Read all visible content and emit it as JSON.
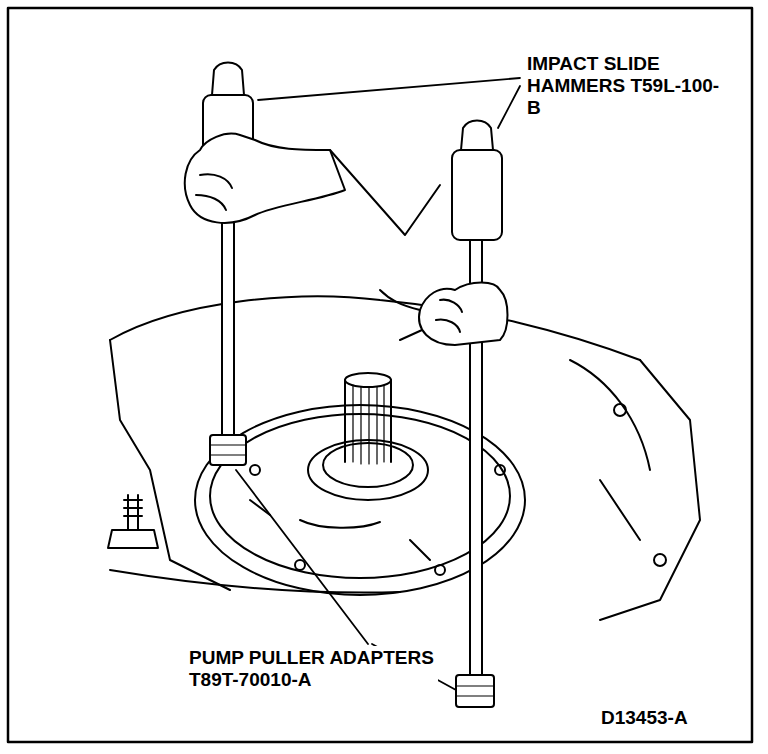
{
  "diagram": {
    "labels": [
      "IMPACT SLIDE HAMMERS T59L-100-B",
      "PUMP PULLER ADAPTERS T89T-70010-A",
      "D13453-A"
    ]
  }
}
